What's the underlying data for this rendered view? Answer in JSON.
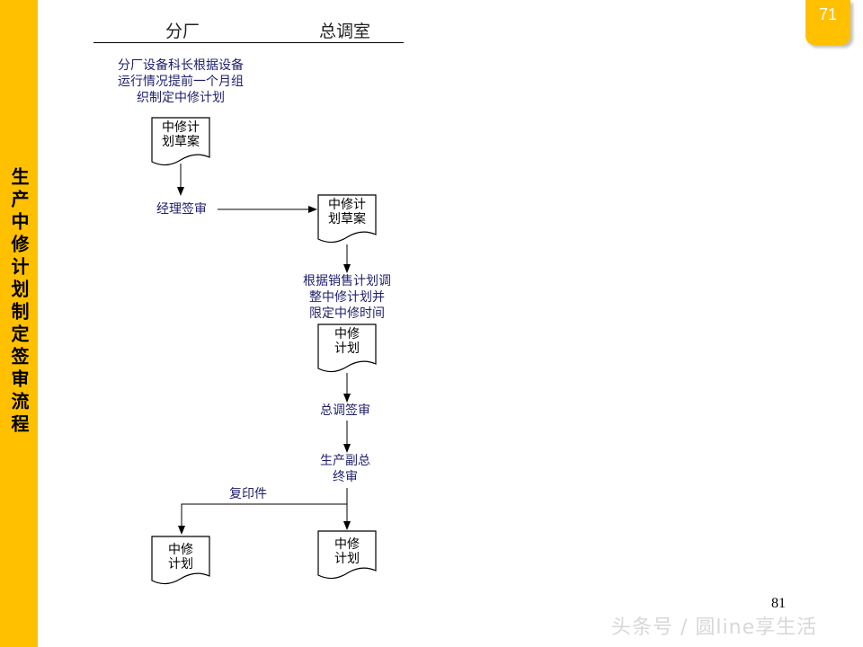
{
  "sidebar": {
    "title": "生产中修计划制定签审流程",
    "color": "#FFC000"
  },
  "badge": {
    "number": "71"
  },
  "columns": {
    "left": "分厂",
    "right": "总调室"
  },
  "steps": {
    "step1": "分厂设备科长根据设备\n运行情况提前一个月组\n织制定中修计划",
    "doc1": "中修计\n划草案",
    "review1": "经理签审",
    "doc2": "中修计\n划草案",
    "step2": "根据销售计划调\n整中修计划并\n限定中修时间",
    "doc3": "中修\n计划",
    "review2": "总调签审",
    "review3": "生产副总\n终审",
    "copy": "复印件",
    "doc4": "中修\n计划",
    "doc5": "中修\n计划"
  },
  "footer": {
    "page_number": "81",
    "watermark": "头条号 / 圆line享生活"
  }
}
